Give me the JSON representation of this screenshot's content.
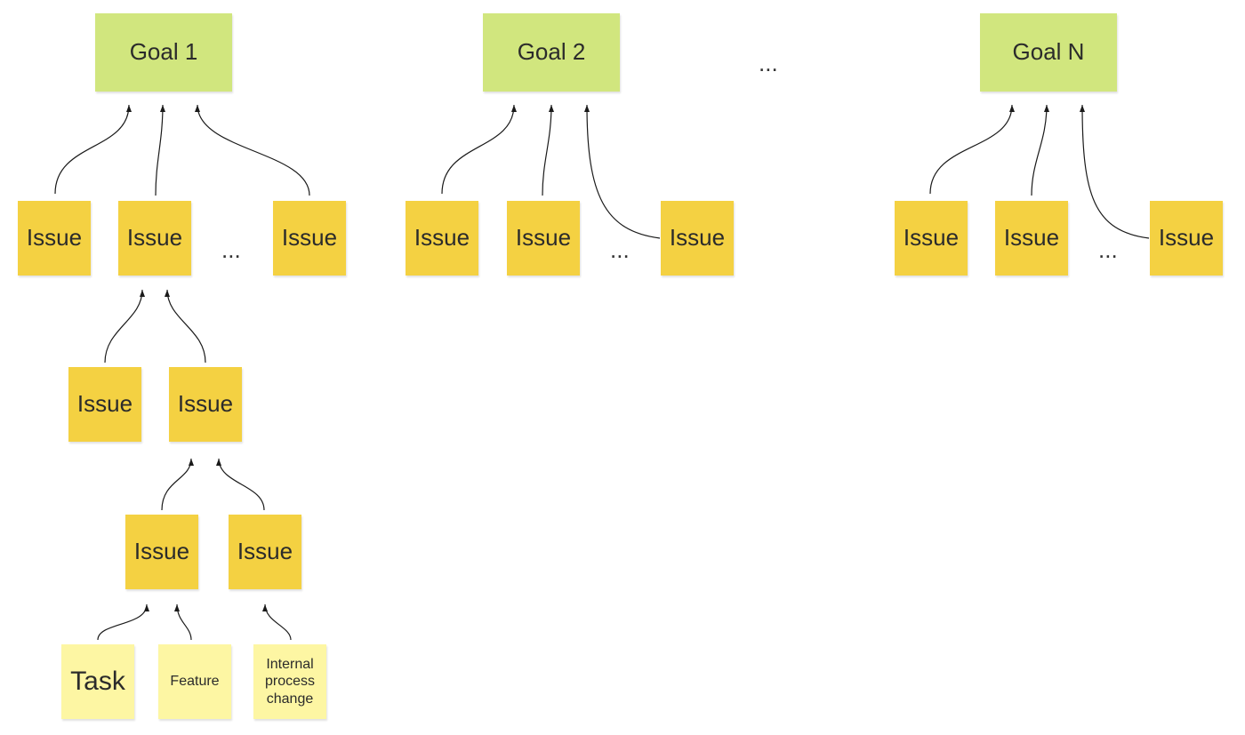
{
  "goals": [
    {
      "label": "Goal 1"
    },
    {
      "label": "Goal 2"
    },
    {
      "label": "Goal N"
    }
  ],
  "goals_ellipsis": "...",
  "issue_label": "Issue",
  "issue_ellipsis": "...",
  "leaves": {
    "task": "Task",
    "feature": "Feature",
    "internal_process_change": "Internal process change"
  },
  "colors": {
    "goal": "#d1e67e",
    "issue": "#f4d142",
    "leaf": "#fdf6a3",
    "connector": "#1a1a1a"
  }
}
